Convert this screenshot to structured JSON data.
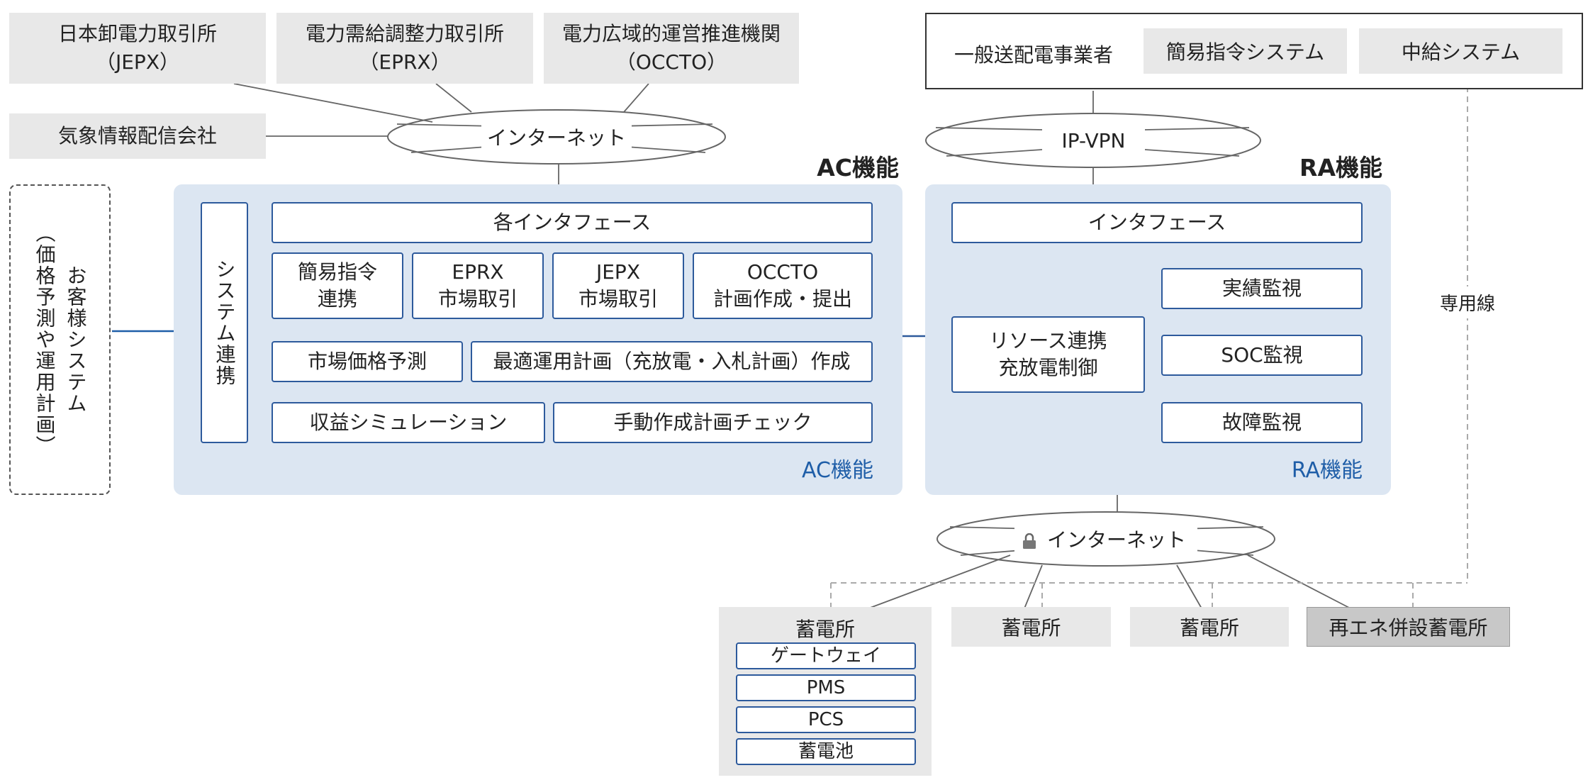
{
  "external_top": {
    "jepx": {
      "line1": "日本卸電力取引所",
      "line2": "（JEPX）"
    },
    "eprx": {
      "line1": "電力需給調整力取引所",
      "line2": "（EPRX）"
    },
    "occto": {
      "line1": "電力広域的運営推進機関",
      "line2": "（OCCTO）"
    },
    "weather": "気象情報配信会社"
  },
  "internet_top": "インターネット",
  "customer_system": {
    "title": "お客様システム",
    "sub": "（価格予測や運用計画）"
  },
  "ac": {
    "heading": "AC機能",
    "label": "AC機能",
    "system_link": "システム連携",
    "interface": "各インタフェース",
    "modules": {
      "simple_cmd": {
        "line1": "簡易指令",
        "line2": "連携"
      },
      "eprx_market": {
        "line1": "EPRX",
        "line2": "市場取引"
      },
      "jepx_market": {
        "line1": "JEPX",
        "line2": "市場取引"
      },
      "occto_plan": {
        "line1": "OCCTO",
        "line2": "計画作成・提出"
      },
      "price_forecast": "市場価格予測",
      "optimal_plan": "最適運用計画（充放電・入札計画）作成",
      "revenue_sim": "収益シミュレーション",
      "manual_check": "手動作成計画チェック"
    }
  },
  "transmission": {
    "operator": "一般送配電事業者",
    "simple_cmd_system": "簡易指令システム",
    "relay_system": "中給システム"
  },
  "ipvpn": "IP-VPN",
  "ra": {
    "heading": "RA機能",
    "label": "RA機能",
    "interface": "インタフェース",
    "resource": {
      "line1": "リソース連携",
      "line2": "充放電制御"
    },
    "actual_monitor": "実績監視",
    "soc_monitor": "SOC監視",
    "fault_monitor": "故障監視"
  },
  "dedicated_line": "専用線",
  "internet_bottom": "インターネット",
  "stations": {
    "main": {
      "title": "蓄電所",
      "components": [
        "ゲートウェイ",
        "PMS",
        "PCS",
        "蓄電池"
      ]
    },
    "station2": "蓄電所",
    "station3": "蓄電所",
    "renewable": "再エネ併設蓄電所"
  },
  "colors": {
    "panel": "#dce6f2",
    "module_border": "#2d5a9c",
    "label_blue": "#1f5ea8",
    "grey_box": "#e8e8e8",
    "renewable_box": "#c8c8c8",
    "arrow": "#1f5ea8"
  },
  "icons": {
    "lock": "lock-icon"
  }
}
